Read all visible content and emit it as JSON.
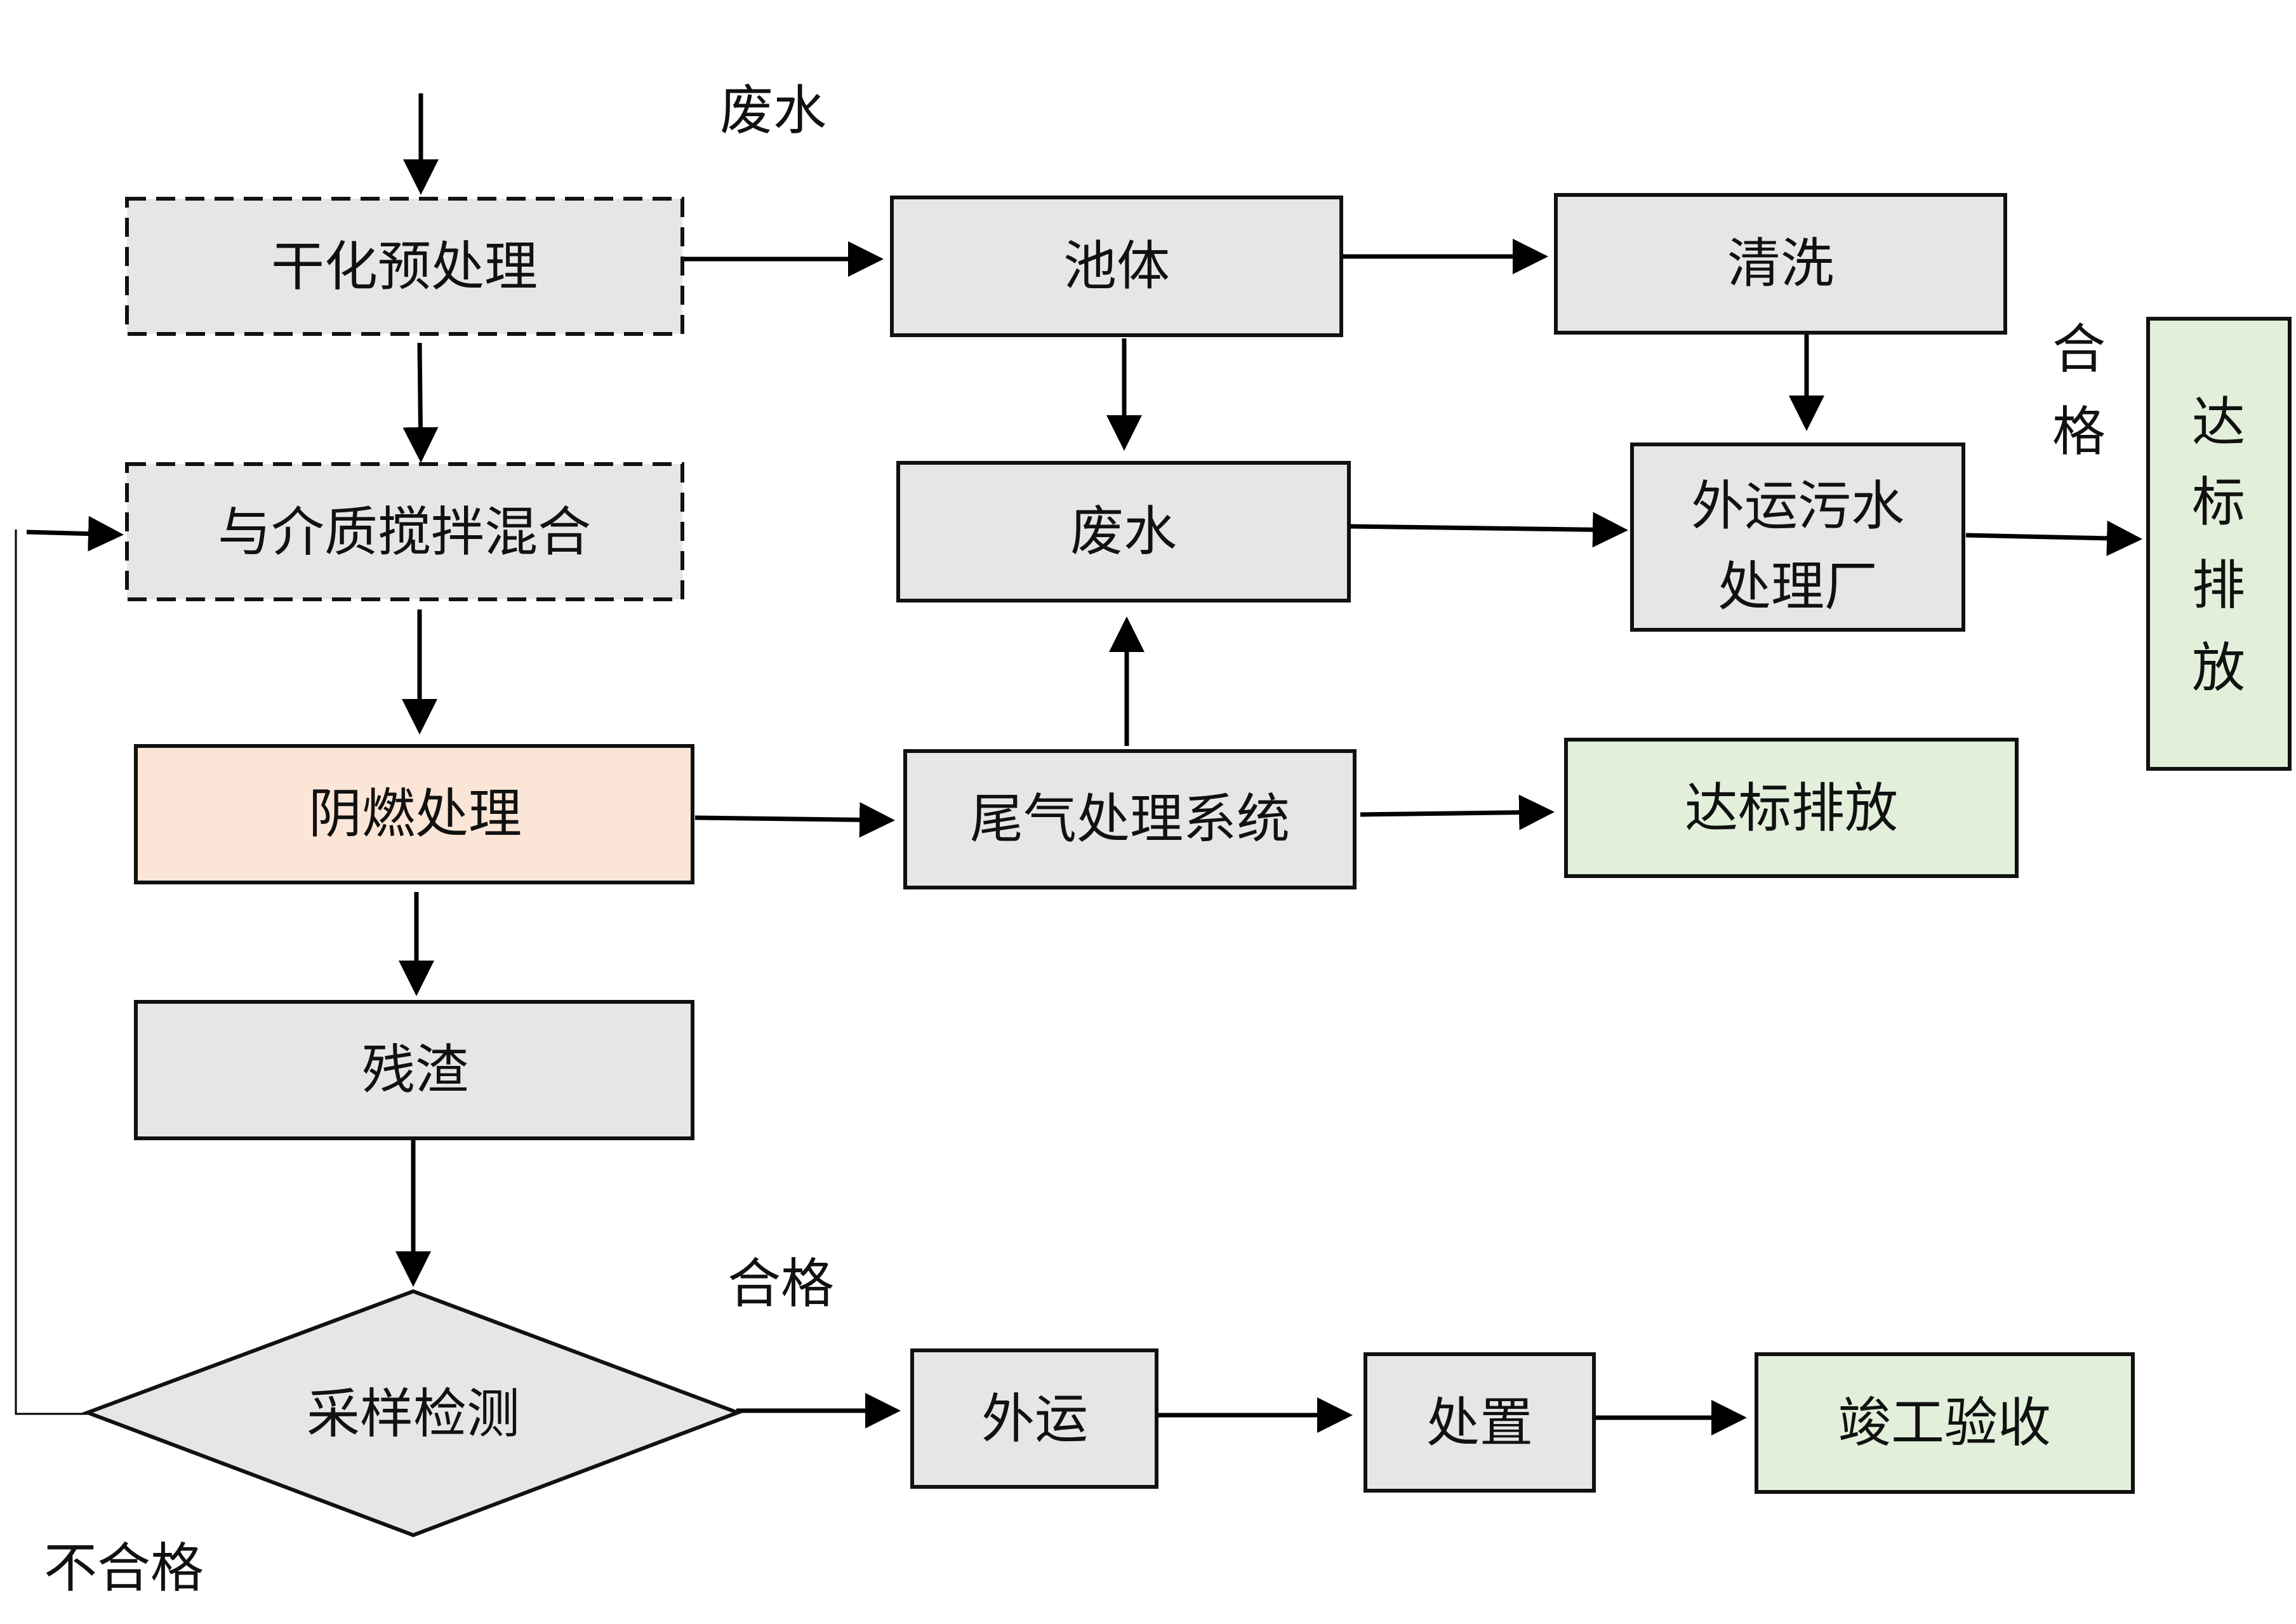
{
  "colors": {
    "gray_fill": "#e6e6e6",
    "peach_fill": "#fbe5d6",
    "green_fill": "#e2efda",
    "stroke": "#111111"
  },
  "nodes": {
    "dry_pretreat": "干化预处理",
    "mix": "与介质搅拌混合",
    "smolder": "阴燃处理",
    "residue": "残渣",
    "sampling": "采样检测",
    "pool": "池体",
    "clean": "清洗",
    "wastewater_box": "废水",
    "offsite_line1": "外运污水",
    "offsite_line2": "处理厂",
    "exhaust": "尾气处理系统",
    "standard_emission": "达标排放",
    "transport": "外运",
    "disposal": "处置",
    "acceptance": "竣工验收",
    "vertical_1": "达",
    "vertical_2": "标",
    "vertical_3": "排",
    "vertical_4": "放"
  },
  "labels": {
    "wastewater_top": "废水",
    "pass_top_1": "合",
    "pass_top_2": "格",
    "pass_bottom": "合格",
    "fail": "不合格"
  }
}
